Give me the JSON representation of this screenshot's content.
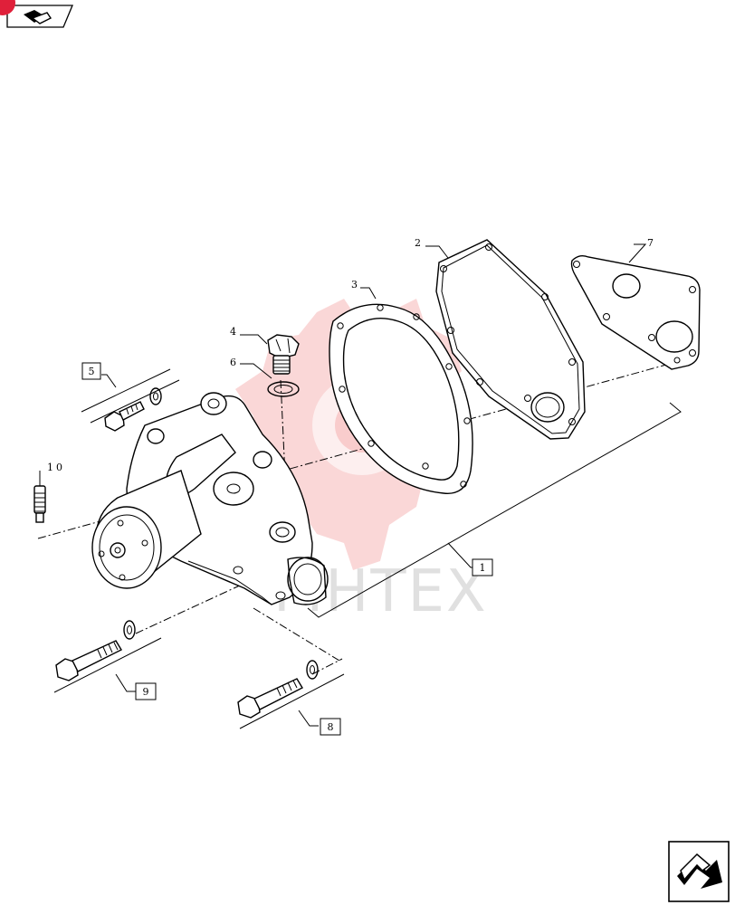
{
  "icons": {
    "top_nav": "previous-page-arrow-icon",
    "bottom_nav": "next-page-arrow-icon"
  },
  "watermark": {
    "text": "MHTEX",
    "color": "#f28b8b"
  },
  "callouts": {
    "c1": "1",
    "c2": "2",
    "c3": "3",
    "c4": "4",
    "c5": "5",
    "c6": "6",
    "c7": "7",
    "c8": "8",
    "c9": "9",
    "c10": "10"
  }
}
